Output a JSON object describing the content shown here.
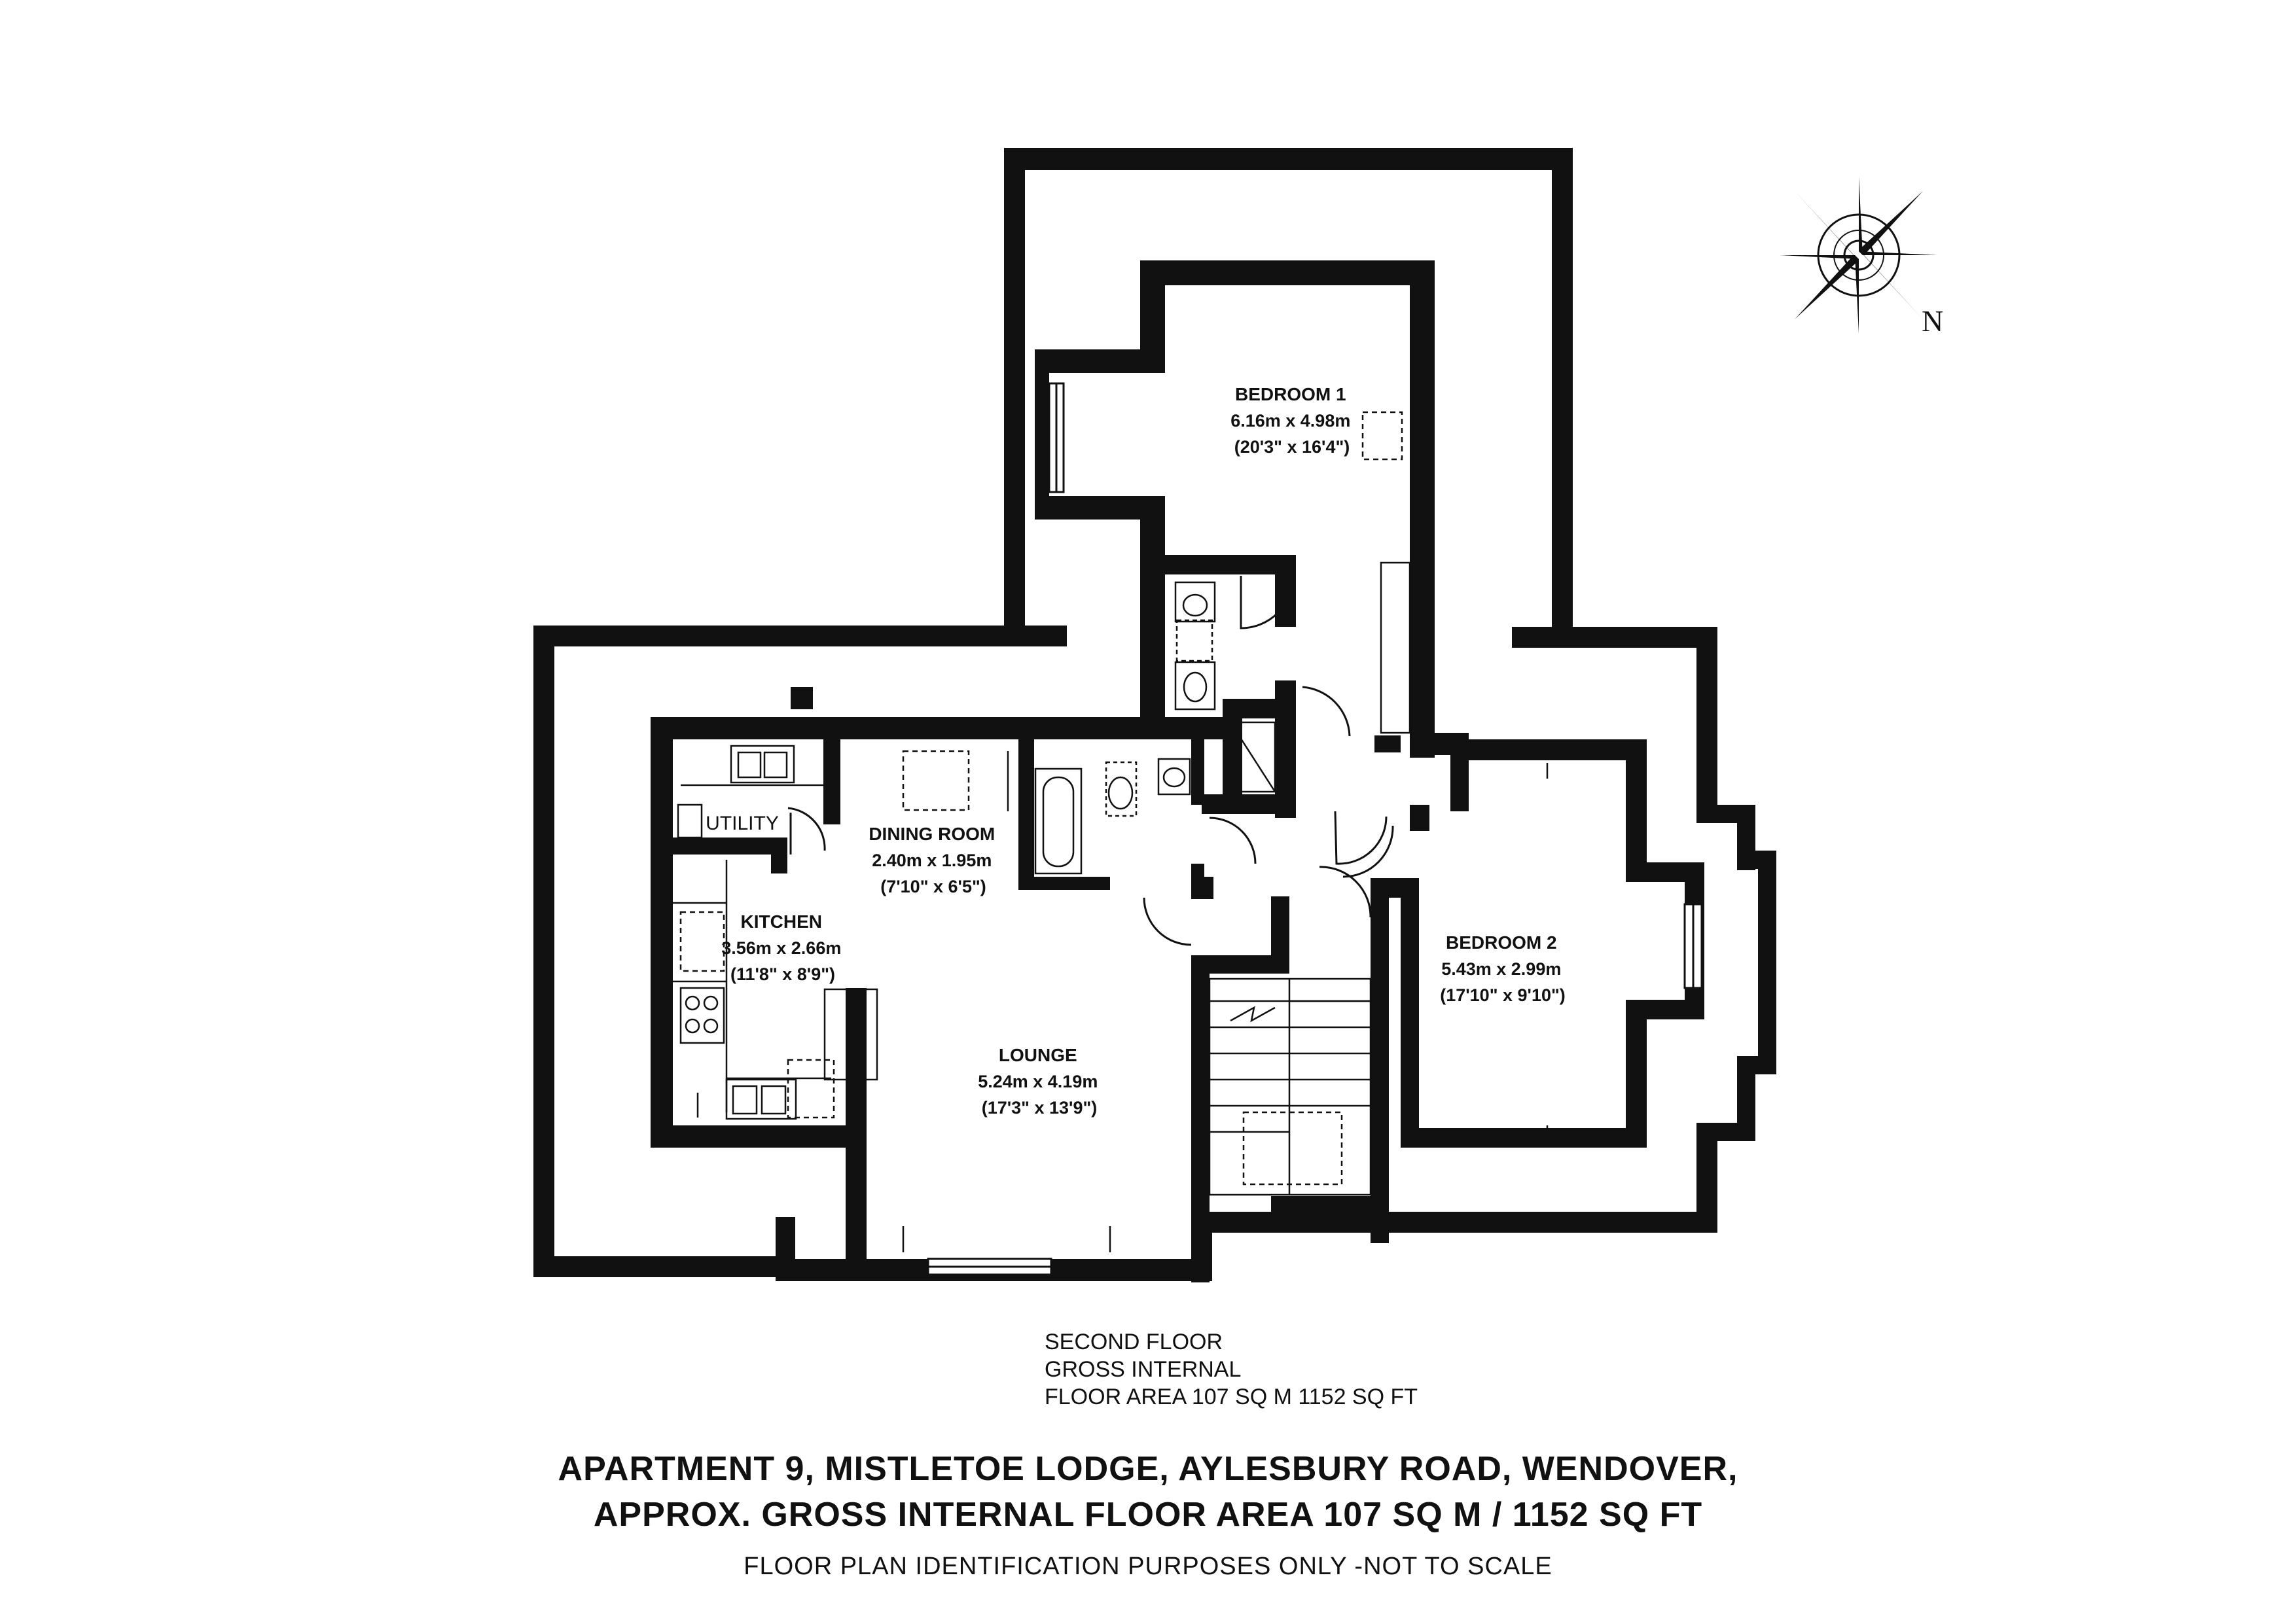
{
  "floor_summary": {
    "floor": "SECOND FLOOR",
    "gross": "GROSS INTERNAL",
    "area": "FLOOR AREA 107 SQ M 1152 SQ FT"
  },
  "compass": {
    "north_label": "N"
  },
  "rooms": {
    "bedroom1": {
      "name": "BEDROOM 1",
      "metric": "6.16m x 4.98m",
      "imperial": "(20'3\" x 16'4\")"
    },
    "bedroom2": {
      "name": "BEDROOM 2",
      "metric": "5.43m x 2.99m",
      "imperial": "(17'10\" x 9'10\")"
    },
    "dining": {
      "name": "DINING ROOM",
      "metric": "2.40m x 1.95m",
      "imperial": "(7'10\" x 6'5\")"
    },
    "kitchen": {
      "name": "KITCHEN",
      "metric": "3.56m x 2.66m",
      "imperial": "(11'8\" x 8'9\")"
    },
    "lounge": {
      "name": "LOUNGE",
      "metric": "5.24m x 4.19m",
      "imperial": "(17'3\" x 13'9\")"
    },
    "utility": {
      "name": "UTILITY"
    }
  },
  "footer": {
    "title_line1": "APARTMENT 9, MISTLETOE LODGE, AYLESBURY ROAD, WENDOVER,",
    "title_line2": "APPROX. GROSS INTERNAL FLOOR AREA 107 SQ M / 1152 SQ FT",
    "disclaimer": "FLOOR PLAN IDENTIFICATION PURPOSES ONLY -NOT TO SCALE"
  }
}
